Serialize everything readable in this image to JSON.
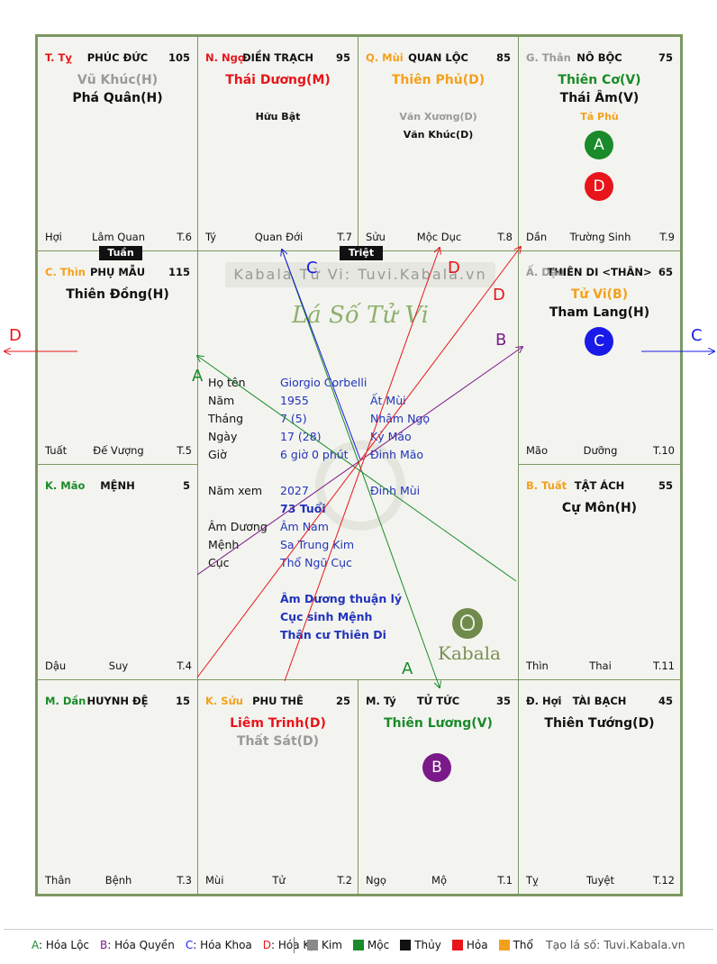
{
  "watermark": "Kabala Tử Vi: Tuvi.Kabala.vn",
  "script_title": "Lá Số Tử Vi",
  "brand": "Kabala",
  "cells": [
    {
      "id": "ty-snake",
      "can": "T. Tỵ",
      "canColor": "#e8151b",
      "palace": "PHÚC ĐỨC",
      "num": "105",
      "stars": [
        {
          "t": "Vũ Khúc(H)",
          "c": "grey",
          "k": "star"
        },
        {
          "t": "Phá Quân(H)",
          "c": "black",
          "k": "star"
        }
      ],
      "foot": [
        "Hợi",
        "Lâm Quan",
        "T.6"
      ]
    },
    {
      "id": "ngo-horse",
      "can": "N. Ngọ",
      "canColor": "#e8151b",
      "palace": "ĐIỀN TRẠCH",
      "num": "95",
      "stars": [
        {
          "t": "Thái Dương(M)",
          "c": "red",
          "k": "star"
        },
        {
          "t": "",
          "c": "black",
          "k": "gap"
        },
        {
          "t": "Hữu Bật",
          "c": "black",
          "k": "sub"
        }
      ],
      "foot": [
        "Tý",
        "Quan Đới",
        "T.7"
      ]
    },
    {
      "id": "mui-goat",
      "can": "Q. Mùi",
      "canColor": "#f4a01c",
      "palace": "QUAN LỘC",
      "num": "85",
      "stars": [
        {
          "t": "Thiên Phủ(D)",
          "c": "orange",
          "k": "star"
        },
        {
          "t": "",
          "c": "black",
          "k": "gap"
        },
        {
          "t": "Văn Xương(D)",
          "c": "grey",
          "k": "sub"
        },
        {
          "t": "Văn Khúc(D)",
          "c": "black",
          "k": "sub"
        }
      ],
      "foot": [
        "Sửu",
        "Mộc Dục",
        "T.8"
      ]
    },
    {
      "id": "than-monkey",
      "can": "G. Thân",
      "canColor": "#9a9a9a",
      "palace": "NÔ BỘC",
      "num": "75",
      "stars": [
        {
          "t": "Thiên Cơ(V)",
          "c": "green",
          "k": "star"
        },
        {
          "t": "Thái Âm(V)",
          "c": "black",
          "k": "star"
        },
        {
          "t": "Tả Phù",
          "c": "orange",
          "k": "sub"
        }
      ],
      "foot": [
        "Dần",
        "Trường Sinh",
        "T.9"
      ]
    },
    {
      "id": "thin-dragon",
      "can": "C. Thìn",
      "canColor": "#f4a01c",
      "palace": "PHỤ MẪU",
      "num": "115",
      "stars": [
        {
          "t": "Thiên Đồng(H)",
          "c": "black",
          "k": "star"
        }
      ],
      "foot": [
        "Tuất",
        "Đế Vượng",
        "T.5"
      ]
    },
    {
      "id": "dau-rooster",
      "can": "Ấ. Dậu",
      "canColor": "#9a9a9a",
      "palace": "THIÊN DI <THÂN>",
      "num": "65",
      "stars": [
        {
          "t": "Tử Vi(B)",
          "c": "orange",
          "k": "star"
        },
        {
          "t": "Tham Lang(H)",
          "c": "black",
          "k": "star"
        }
      ],
      "foot": [
        "Mão",
        "Dưỡng",
        "T.10"
      ]
    },
    {
      "id": "mao-cat",
      "can": "K. Mão",
      "canColor": "#1a8a2a",
      "palace": "MỆNH",
      "num": "5",
      "stars": [],
      "foot": [
        "Dậu",
        "Suy",
        "T.4"
      ]
    },
    {
      "id": "tuat-dog",
      "can": "B. Tuất",
      "canColor": "#f4a01c",
      "palace": "TẬT ÁCH",
      "num": "55",
      "stars": [
        {
          "t": "Cự Môn(H)",
          "c": "black",
          "k": "star"
        }
      ],
      "foot": [
        "Thìn",
        "Thai",
        "T.11"
      ]
    },
    {
      "id": "dan-tiger",
      "can": "M. Dần",
      "canColor": "#1a8a2a",
      "palace": "HUYNH ĐỆ",
      "num": "15",
      "stars": [],
      "foot": [
        "Thân",
        "Bệnh",
        "T.3"
      ]
    },
    {
      "id": "suu-ox",
      "can": "K. Sửu",
      "canColor": "#f4a01c",
      "palace": "PHU THÊ",
      "num": "25",
      "stars": [
        {
          "t": "Liêm Trinh(D)",
          "c": "red",
          "k": "star"
        },
        {
          "t": "Thất Sát(D)",
          "c": "grey",
          "k": "star"
        }
      ],
      "foot": [
        "Mùi",
        "Tử",
        "T.2"
      ]
    },
    {
      "id": "ty-rat",
      "can": "M. Tý",
      "canColor": "#111111",
      "palace": "TỬ TỨC",
      "num": "35",
      "stars": [
        {
          "t": "Thiên Lương(V)",
          "c": "green",
          "k": "star"
        }
      ],
      "foot": [
        "Ngọ",
        "Mộ",
        "T.1"
      ]
    },
    {
      "id": "hoi-pig",
      "can": "Đ. Hợi",
      "canColor": "#111111",
      "palace": "TÀI BẠCH",
      "num": "45",
      "stars": [
        {
          "t": "Thiên Tướng(D)",
          "c": "black",
          "k": "star"
        }
      ],
      "foot": [
        "Tỵ",
        "Tuyệt",
        "T.12"
      ]
    }
  ],
  "markers": [
    {
      "cell": "than-monkey",
      "letter": "A",
      "color": "#1a8a2a"
    },
    {
      "cell": "than-monkey",
      "letter": "D",
      "color": "#e8151b"
    },
    {
      "cell": "dau-rooster",
      "letter": "C",
      "color": "#1a1ae8"
    },
    {
      "cell": "ty-rat",
      "letter": "B",
      "color": "#7a1a8a"
    }
  ],
  "tags": {
    "tuan": "Tuần",
    "triet": "Triệt"
  },
  "info": {
    "rows": [
      {
        "label": "Họ tên",
        "v1": "Giorgio Corbelli",
        "v2": ""
      },
      {
        "label": "Năm",
        "v1": "1955",
        "v2": "Ất Mùi"
      },
      {
        "label": "Tháng",
        "v1": "7  (5)",
        "v2": "Nhâm Ngọ"
      },
      {
        "label": "Ngày",
        "v1": "17  (28)",
        "v2": "Kỷ Mão"
      },
      {
        "label": "Giờ",
        "v1": "6 giờ 0 phút",
        "v2": "Đinh Mão"
      },
      {
        "label": "Năm xem",
        "v1": "2027",
        "v2": "Đinh Mùi"
      },
      {
        "label": "",
        "v1": "73 Tuổi",
        "v2": ""
      },
      {
        "label": "Âm Dương",
        "v1": "Âm Nam",
        "v2": ""
      },
      {
        "label": "Mệnh",
        "v1": "Sa Trung Kim",
        "v2": ""
      },
      {
        "label": "Cục",
        "v1": "Thổ Ngũ Cục",
        "v2": ""
      }
    ],
    "notes": [
      "Âm Dương thuận lý",
      "Cục sinh Mệnh",
      "Thân cư Thiên Di"
    ]
  },
  "arrow_labels": [
    "C",
    "D",
    "D",
    "B",
    "A",
    "A",
    "D",
    "C"
  ],
  "legend": {
    "hoa": [
      {
        "key": "A",
        "text": "Hóa Lộc",
        "color": "#1a8a2a"
      },
      {
        "key": "B",
        "text": "Hóa Quyền",
        "color": "#7a1a8a"
      },
      {
        "key": "C",
        "text": "Hóa Khoa",
        "color": "#1a1ae8"
      },
      {
        "key": "D",
        "text": "Hóa Kị",
        "color": "#e8151b"
      }
    ],
    "elements": [
      {
        "text": "Kim",
        "color": "#8a8a8a"
      },
      {
        "text": "Mộc",
        "color": "#1a8a2a"
      },
      {
        "text": "Thủy",
        "color": "#111111"
      },
      {
        "text": "Hỏa",
        "color": "#e8151b"
      },
      {
        "text": "Thổ",
        "color": "#f4a01c"
      }
    ],
    "credit": "Tạo lá số: Tuvi.Kabala.vn"
  }
}
